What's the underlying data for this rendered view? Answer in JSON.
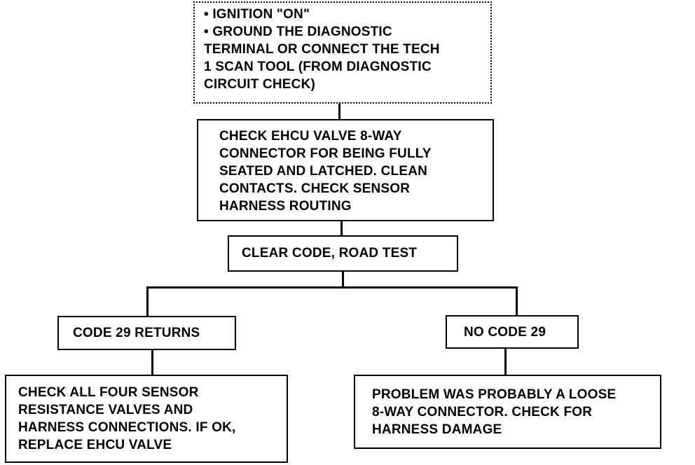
{
  "flowchart": {
    "start": {
      "lines": [
        "• IGNITION \"ON\"",
        "• GROUND THE DIAGNOSTIC",
        "TERMINAL OR CONNECT THE TECH",
        "1 SCAN TOOL (FROM DIAGNOSTIC",
        "CIRCUIT CHECK)"
      ]
    },
    "check_connector": {
      "lines": [
        "CHECK EHCU VALVE 8-WAY",
        "CONNECTOR FOR BEING FULLY",
        "SEATED AND LATCHED. CLEAN",
        "CONTACTS. CHECK SENSOR",
        "HARNESS ROUTING"
      ]
    },
    "clear_code": {
      "lines": [
        "CLEAR CODE, ROAD TEST"
      ]
    },
    "code_returns": {
      "lines": [
        "CODE 29 RETURNS"
      ]
    },
    "no_code": {
      "lines": [
        "NO CODE 29"
      ]
    },
    "check_sensors": {
      "lines": [
        "CHECK ALL FOUR SENSOR",
        "RESISTANCE VALVES AND",
        "HARNESS CONNECTIONS. IF OK,",
        "REPLACE EHCU VALVE"
      ]
    },
    "loose_connector": {
      "lines": [
        "PROBLEM WAS PROBABLY A LOOSE",
        "8-WAY CONNECTOR. CHECK FOR",
        "HARNESS DAMAGE"
      ]
    }
  }
}
